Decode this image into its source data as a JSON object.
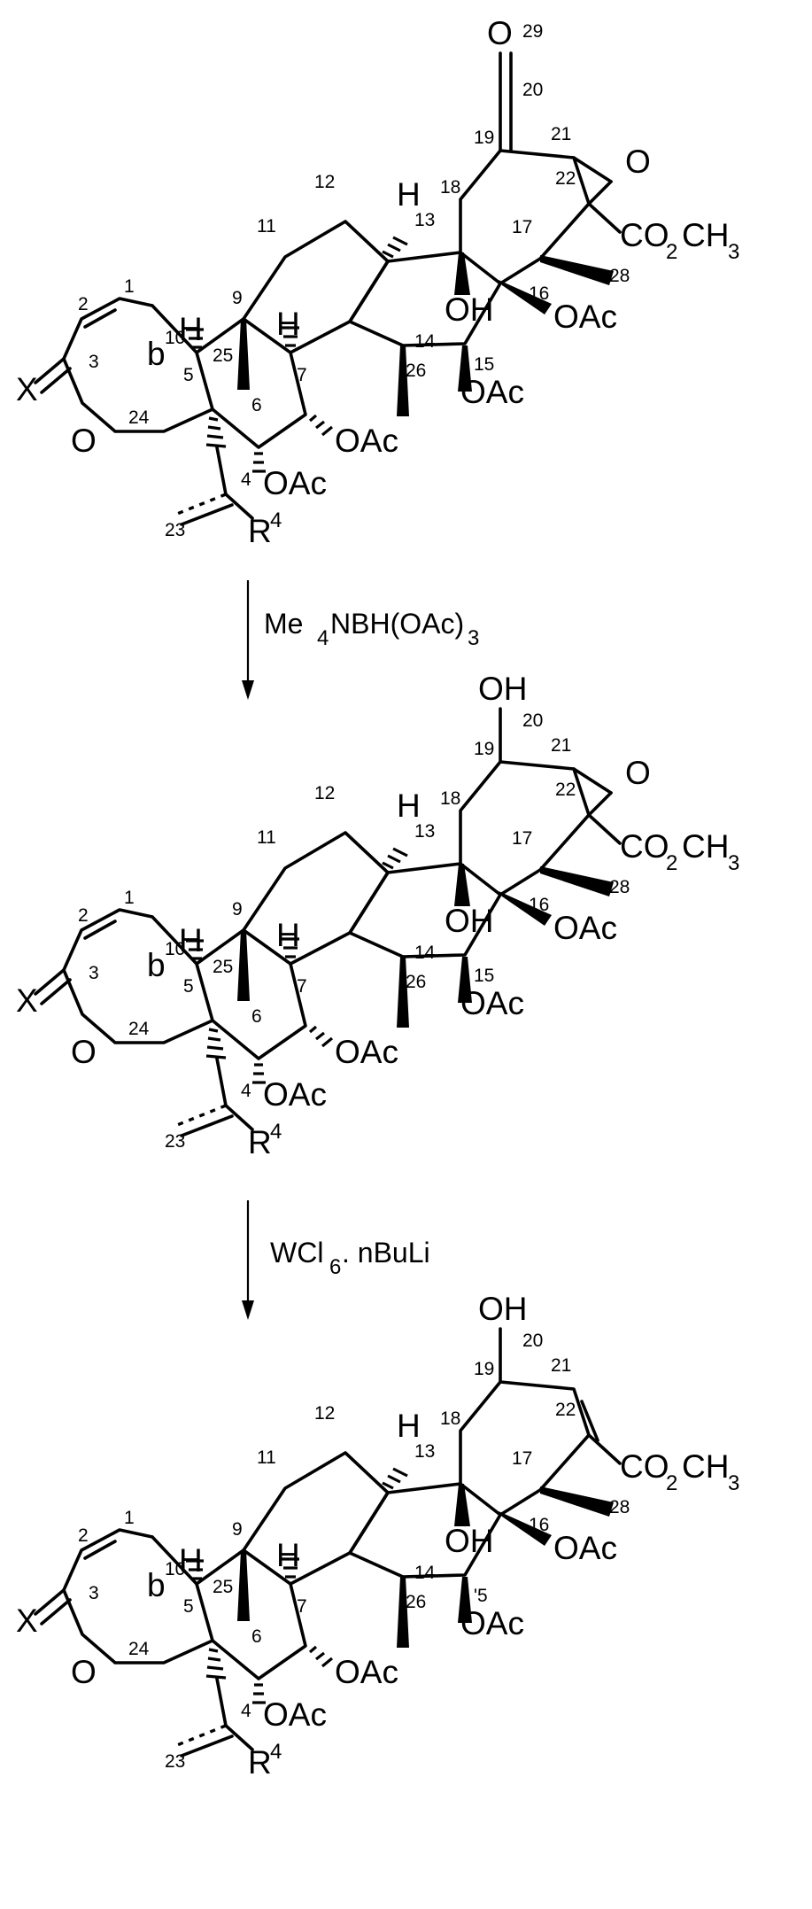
{
  "labels": {
    "X": "X",
    "O": "O",
    "H": "H",
    "OH": "OH",
    "OAc": "OAc",
    "CO": "CO",
    "CH": "CH",
    "two": "2",
    "three": "3",
    "R": "R",
    "four": "4",
    "b": "b"
  },
  "atom_numbers": [
    "1",
    "2",
    "3",
    "4",
    "5",
    "6",
    "7",
    "9",
    "10",
    "11",
    "12",
    "13",
    "14",
    "15",
    "16",
    "17",
    "18",
    "19",
    "20",
    "21",
    "22",
    "23",
    "24",
    "25",
    "26",
    "28",
    "29"
  ],
  "structures": [
    {
      "name": "ketone-epoxide",
      "c20_substituent": "O",
      "c20_number": "29",
      "c15_number": "15"
    },
    {
      "name": "alcohol-epoxide",
      "c20_substituent": "OH",
      "c15_number": "15"
    },
    {
      "name": "alcohol-alkene",
      "c20_substituent": "OH",
      "c15_number": "'5"
    }
  ],
  "steps": [
    {
      "reagent_main": "Me",
      "reagent_sub1": "4",
      "reagent_mid": "NBH(OAc)",
      "reagent_sub2": "3"
    },
    {
      "reagent_main": "WCl",
      "reagent_sub1": "6",
      "reagent_mid": ". nBuLi",
      "reagent_sub2": ""
    }
  ]
}
